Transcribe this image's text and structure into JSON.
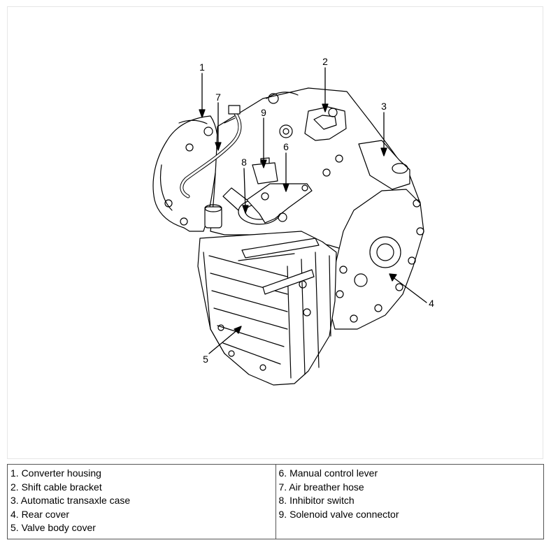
{
  "callouts": [
    {
      "num": "1",
      "name": "Converter housing"
    },
    {
      "num": "2",
      "name": "Shift cable bracket"
    },
    {
      "num": "3",
      "name": "Automatic transaxle case"
    },
    {
      "num": "4",
      "name": "Rear cover"
    },
    {
      "num": "5",
      "name": "Valve body cover"
    },
    {
      "num": "6",
      "name": "Manual control lever"
    },
    {
      "num": "7",
      "name": "Air breather hose"
    },
    {
      "num": "8",
      "name": "Inhibitor switch"
    },
    {
      "num": "9",
      "name": "Solenoid valve connector"
    }
  ],
  "legend": {
    "left": [
      "1. Converter housing",
      "2. Shift cable bracket",
      "3. Automatic transaxle case",
      "4. Rear cover",
      "5. Valve body cover"
    ],
    "right": [
      "6. Manual control lever",
      "7. Air breather hose",
      "8. Inhibitor switch",
      "9. Solenoid valve connector"
    ]
  }
}
